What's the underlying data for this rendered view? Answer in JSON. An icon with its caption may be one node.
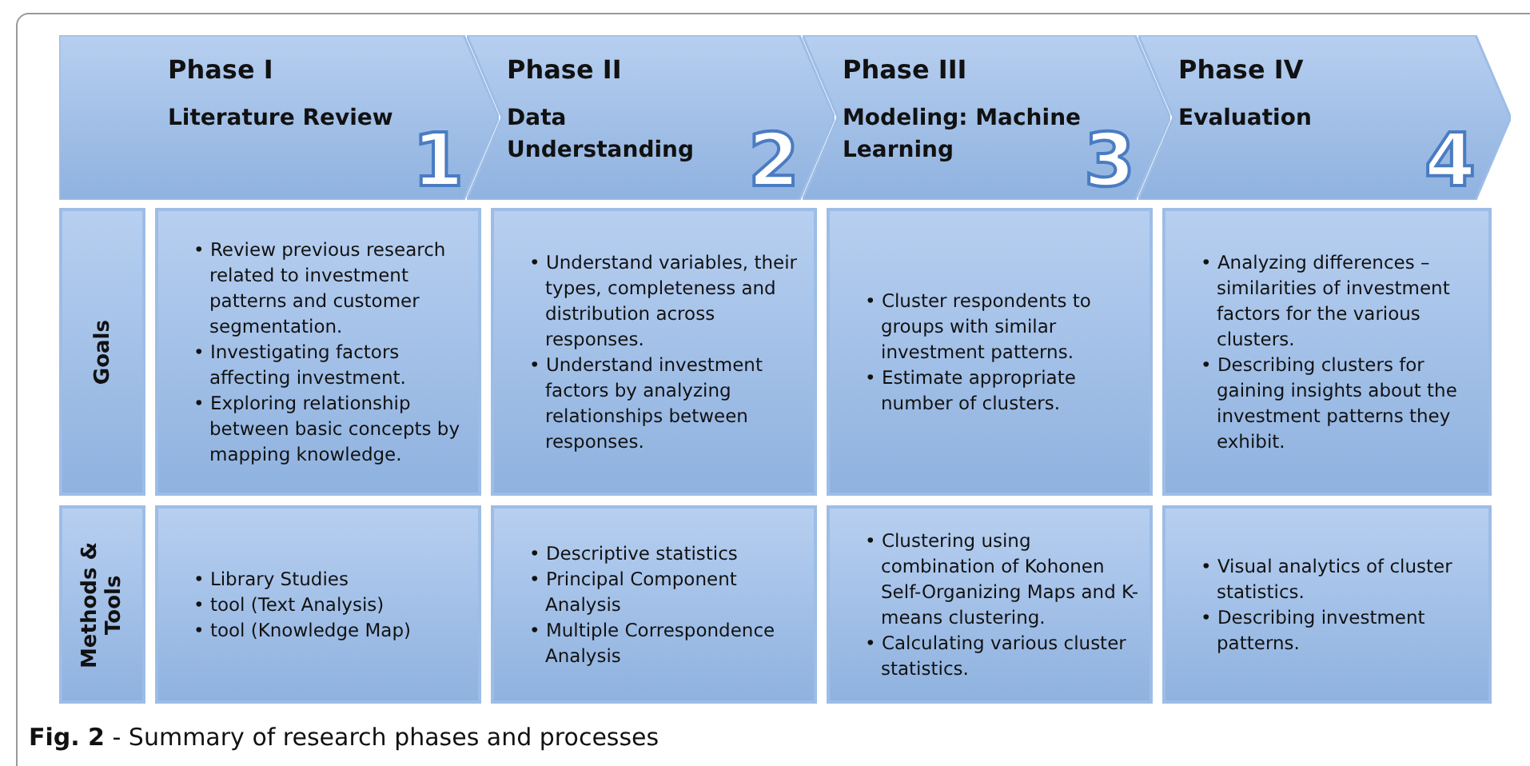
{
  "diagram": {
    "caption": "**Fig. 2** - Summary of research phases and processes",
    "nodes": [
      {
        "text": [
          "Phase I",
          "Literature Review",
          "1"
        ]
      },
      {
        "text": [
          "Phase II",
          "Data Understanding",
          "2"
        ]
      },
      {
        "text": [
          "Phase III",
          "Modeling: Machine Learning",
          "3"
        ]
      },
      {
        "text": [
          "Phase IV",
          "Evaluation",
          "4"
        ]
      },
      {
        "text": [
          "Goals"
        ]
      },
      {
        "text": [
          "• Review previous research related to investment patterns and customer segmentation.",
          "• Investigating factors affecting investment.",
          "• Exploring relationship between basic concepts by mapping knowledge."
        ]
      },
      {
        "text": [
          "• Understand variables, their types, completeness and distribution across responses.",
          "• Understand investment factors by analyzing relationships between responses."
        ]
      },
      {
        "text": [
          "• Cluster respondents to groups with similar investment patterns.",
          "• Estimate appropriate number of clusters."
        ]
      },
      {
        "text": [
          "• Analyzing differences – similarities of investment factors for the various clusters.",
          "• Describing clusters for gaining insights about the investment patterns they exhibit."
        ]
      },
      {
        "text": [
          "Methods & Tools"
        ]
      },
      {
        "text": [
          "• Library Studies",
          "• tool (Text Analysis)",
          "• tool (Knowledge Map)"
        ]
      },
      {
        "text": [
          "• Descriptive statistics",
          "• Principal Component Analysis",
          "• Multiple Correspondence Analysis"
        ]
      },
      {
        "text": [
          "• Clustering using combination of Kohonen Self-Organizing Maps and K-means clustering.",
          "• Calculating various cluster statistics."
        ]
      },
      {
        "text": [
          "• Visual analytics of cluster statistics.",
          "• Describing investment patterns."
        ]
      }
    ]
  }
}
